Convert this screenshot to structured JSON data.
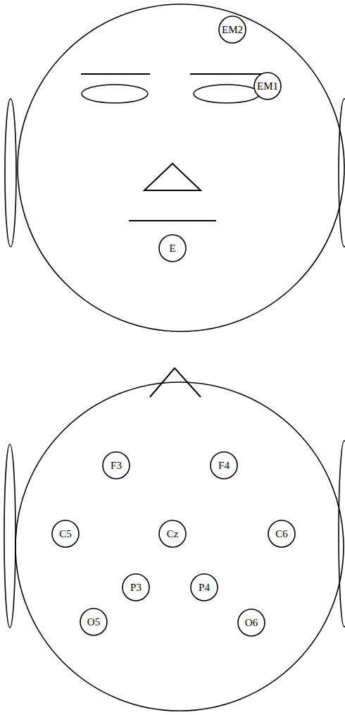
{
  "diagram": {
    "nodes": [
      {
        "text": [
          "EM2"
        ]
      },
      {
        "text": [
          "EM1"
        ]
      },
      {
        "text": [
          "E"
        ]
      },
      {
        "text": [
          "F3"
        ]
      },
      {
        "text": [
          "F4"
        ]
      },
      {
        "text": [
          "C5"
        ]
      },
      {
        "text": [
          "Cz"
        ]
      },
      {
        "text": [
          "C6"
        ]
      },
      {
        "text": [
          "P3"
        ]
      },
      {
        "text": [
          "P4"
        ]
      },
      {
        "text": [
          "O5"
        ]
      },
      {
        "text": [
          "O6"
        ]
      }
    ]
  }
}
